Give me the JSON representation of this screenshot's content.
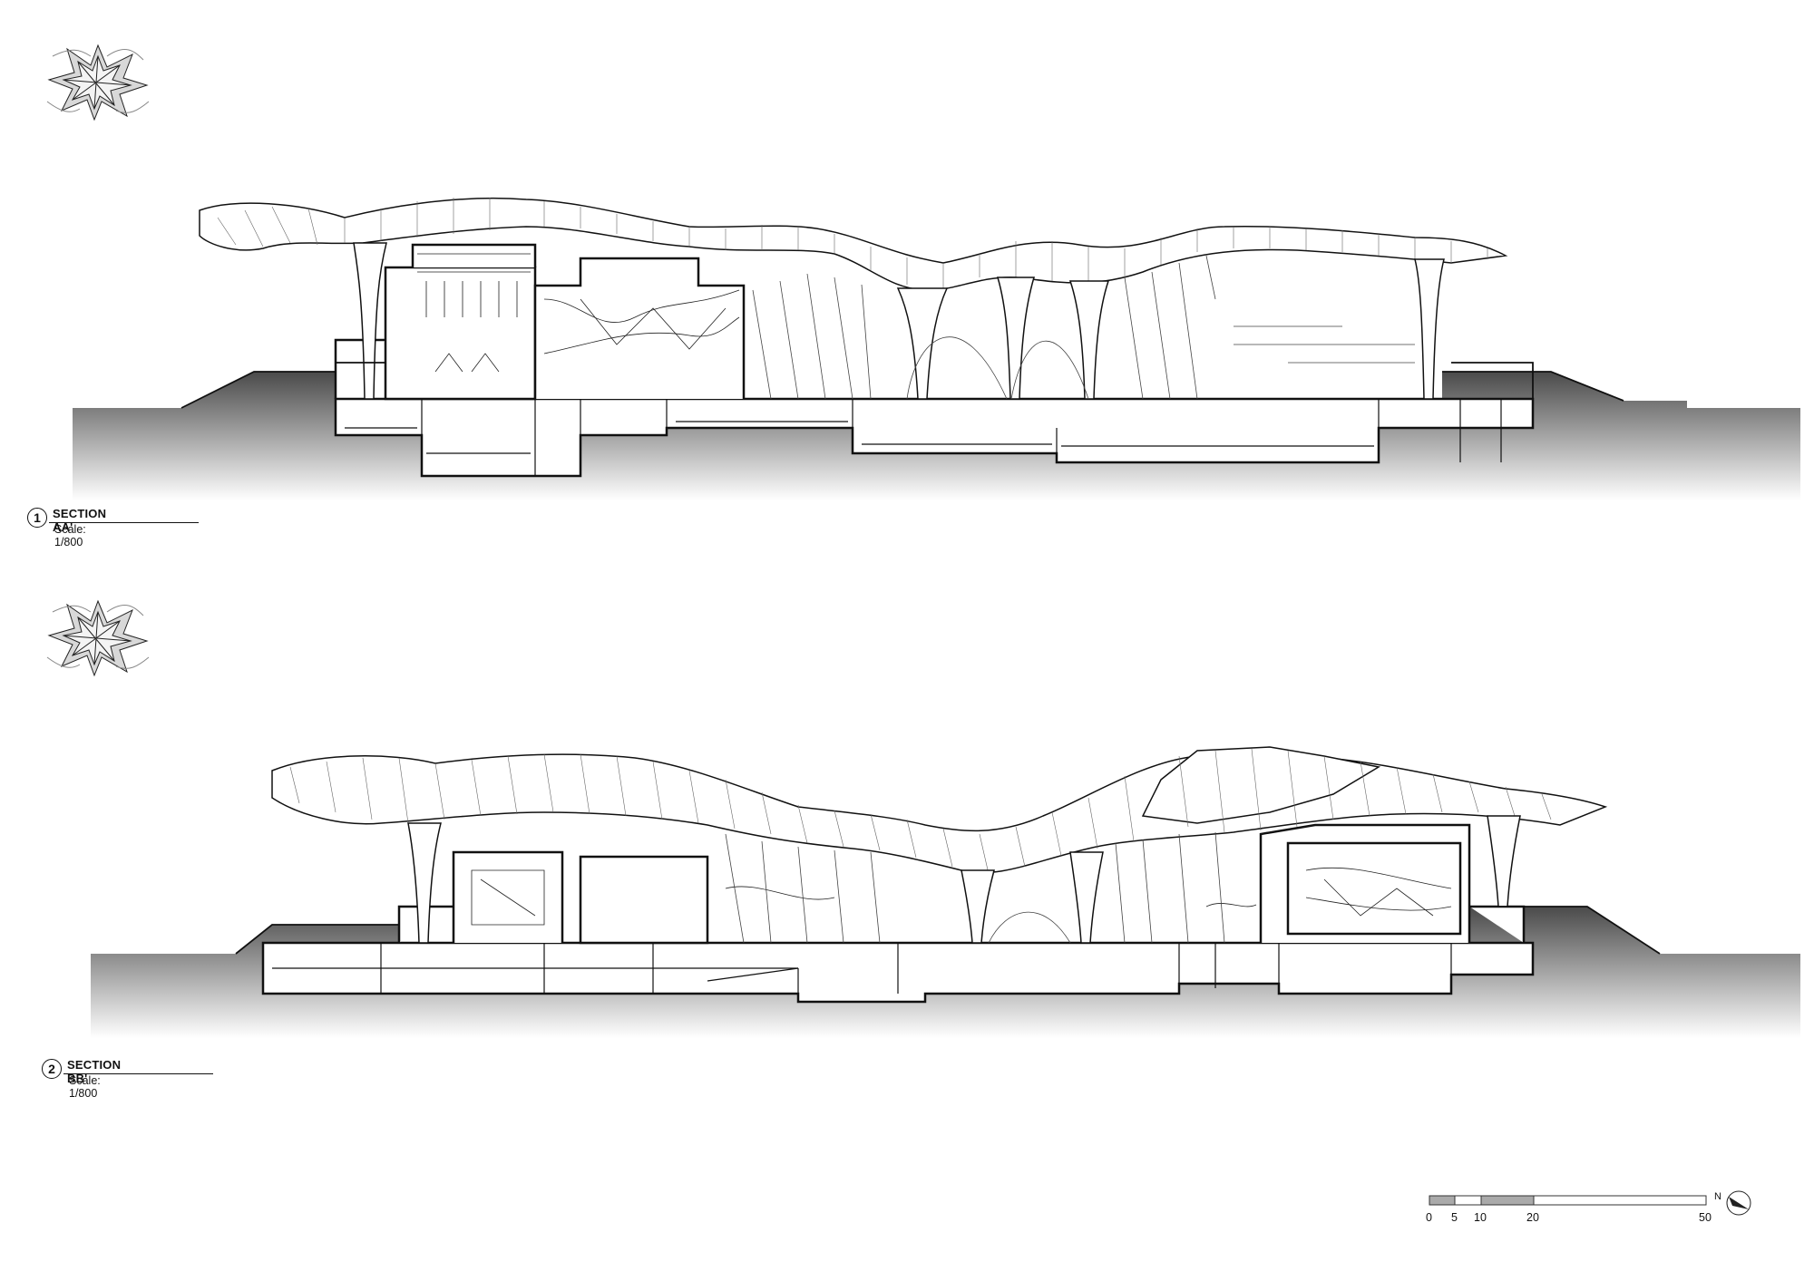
{
  "sections": [
    {
      "number": "1",
      "title": "SECTION AA'",
      "scale": "Scale: 1/800"
    },
    {
      "number": "2",
      "title": "SECTION BB'",
      "scale": "Scale: 1/800"
    }
  ],
  "scale_bar": {
    "ticks": [
      "0",
      "5",
      "10",
      "20",
      "50"
    ]
  },
  "north_arrow": {
    "label": "N"
  },
  "icons": {
    "keyplan": "keyplan-flower-icon",
    "north": "north-arrow-icon"
  },
  "colors": {
    "ink": "#111111",
    "ground_top": "#4a4a4a",
    "ground_bottom": "#ffffff"
  }
}
